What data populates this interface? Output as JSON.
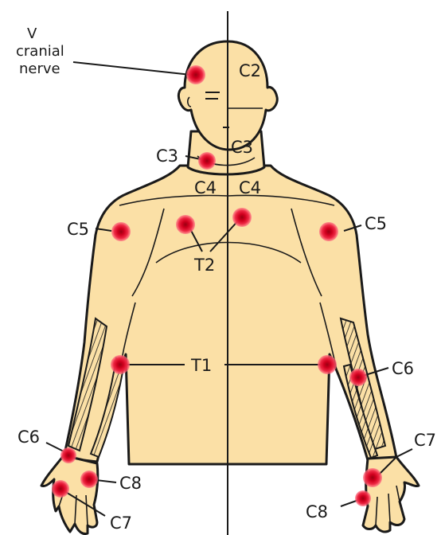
{
  "labels": {
    "cranial_nerve": [
      "V",
      "cranial",
      "nerve"
    ],
    "c2": "C2",
    "c3_left": "C3",
    "c3_right": "C3",
    "c4_left": "C4",
    "c4_right": "C4",
    "c5_left": "C5",
    "c5_right": "C5",
    "t2": "T2",
    "t1": "T1",
    "c6_left": "C6",
    "c6_right": "C6",
    "c7_left": "C7",
    "c7_right": "C7",
    "c8_left": "C8",
    "c8_right": "C8"
  },
  "colors": {
    "skin": "#fbe0a6",
    "point_outer": "#e8203a",
    "point_inner": "#c4001a",
    "outline": "#1a1a1a"
  }
}
